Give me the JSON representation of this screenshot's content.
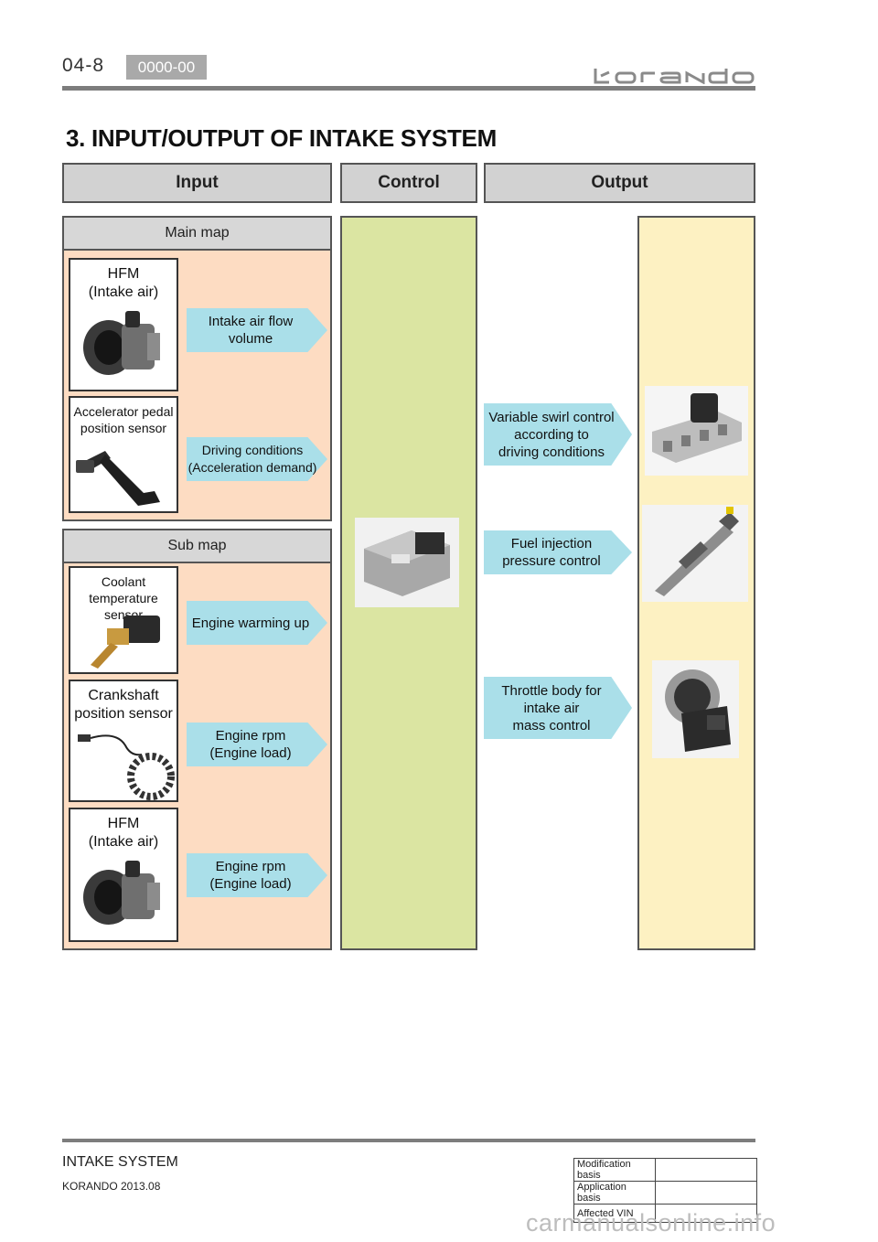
{
  "header": {
    "page_number": "04-8",
    "code": "0000-00",
    "brand": "korando"
  },
  "title": "3. INPUT/OUTPUT OF INTAKE SYSTEM",
  "columns": {
    "input": "Input",
    "control": "Control",
    "output": "Output"
  },
  "main_map": {
    "label": "Main map",
    "rows": [
      {
        "sensor": [
          "HFM",
          "(Intake air)"
        ],
        "signal": [
          "Intake air flow",
          "volume"
        ]
      },
      {
        "sensor": [
          "Accelerator pedal",
          "position sensor"
        ],
        "signal": [
          "Driving conditions",
          "(Acceleration demand)"
        ]
      }
    ]
  },
  "sub_map": {
    "label": "Sub map",
    "rows": [
      {
        "sensor": [
          "Coolant",
          "temperature sensor"
        ],
        "signal": [
          "Engine warming up"
        ]
      },
      {
        "sensor": [
          "Crankshaft",
          "position sensor"
        ],
        "signal": [
          "Engine rpm",
          "(Engine load)"
        ]
      },
      {
        "sensor": [
          "HFM",
          "(Intake air)"
        ],
        "signal": [
          "Engine rpm",
          "(Engine load)"
        ]
      }
    ]
  },
  "outputs": [
    {
      "lines": [
        "Variable swirl control",
        "according to",
        "driving conditions"
      ]
    },
    {
      "lines": [
        "Fuel injection",
        "pressure control"
      ]
    },
    {
      "lines": [
        "Throttle body for",
        "intake air",
        "mass control"
      ]
    }
  ],
  "footer": {
    "section": "INTAKE SYSTEM",
    "model": "KORANDO 2013.08",
    "table": [
      {
        "label": "Modification basis",
        "value": ""
      },
      {
        "label": "Application basis",
        "value": ""
      },
      {
        "label": "Affected VIN",
        "value": ""
      }
    ]
  },
  "watermark": "carmanualsonline.info",
  "colors": {
    "input_panel": "#fddcc2",
    "control_panel": "#dbe5a2",
    "output_panel": "#fdf1c2",
    "signal_arrow": "#aadfe9",
    "header_gray": "#d2d2d2"
  }
}
